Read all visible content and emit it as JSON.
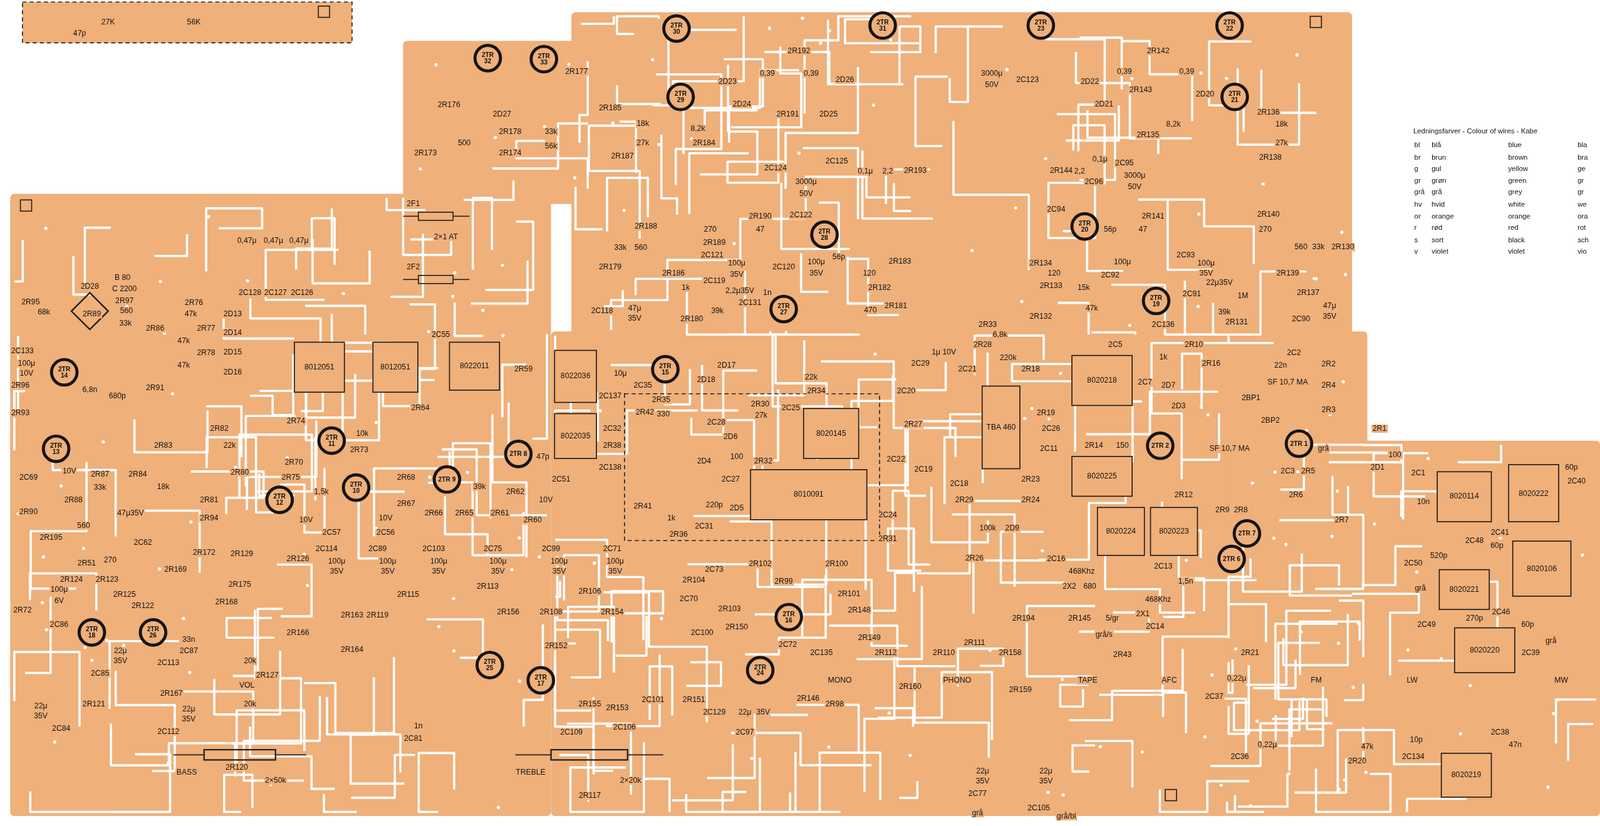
{
  "diagram": {
    "nodes": [
      {
        "text": [
          "8012051"
        ]
      },
      {
        "text": [
          "8012051"
        ]
      },
      {
        "text": [
          "8022011"
        ]
      },
      {
        "text": [
          "8022036"
        ]
      },
      {
        "text": [
          "8022035"
        ]
      },
      {
        "text": [
          "8020145"
        ]
      },
      {
        "text": [
          "8010091"
        ]
      },
      {
        "text": [
          "TBA 460"
        ]
      },
      {
        "text": [
          "8020218"
        ]
      },
      {
        "text": [
          "8020225"
        ]
      },
      {
        "text": [
          "8020224"
        ]
      },
      {
        "text": [
          "8020223"
        ]
      },
      {
        "text": [
          "8020114"
        ]
      },
      {
        "text": [
          "8020222"
        ]
      },
      {
        "text": [
          "8020106"
        ]
      },
      {
        "text": [
          "8020221"
        ]
      },
      {
        "text": [
          "8020220"
        ]
      },
      {
        "text": [
          "8020219"
        ]
      },
      {
        "text": [
          "2TR 32"
        ]
      },
      {
        "text": [
          "2TR 33"
        ]
      },
      {
        "text": [
          "2TR 30"
        ]
      },
      {
        "text": [
          "2TR 31"
        ]
      },
      {
        "text": [
          "2TR 23"
        ]
      },
      {
        "text": [
          "2TR 22"
        ]
      },
      {
        "text": [
          "2TR 29"
        ]
      },
      {
        "text": [
          "2TR 21"
        ]
      },
      {
        "text": [
          "2TR 28"
        ]
      },
      {
        "text": [
          "2TR 20"
        ]
      },
      {
        "text": [
          "2TR 27"
        ]
      },
      {
        "text": [
          "2TR 19"
        ]
      },
      {
        "text": [
          "2TR 15"
        ]
      },
      {
        "text": [
          "2TR 14"
        ]
      },
      {
        "text": [
          "2TR 13"
        ]
      },
      {
        "text": [
          "2TR 11"
        ]
      },
      {
        "text": [
          "2TR 12"
        ]
      },
      {
        "text": [
          "2TR 10"
        ]
      },
      {
        "text": [
          "2TR 9"
        ]
      },
      {
        "text": [
          "2TR 8"
        ]
      },
      {
        "text": [
          "2TR 18"
        ]
      },
      {
        "text": [
          "2TR 26"
        ]
      },
      {
        "text": [
          "2TR 25"
        ]
      },
      {
        "text": [
          "2TR 17"
        ]
      },
      {
        "text": [
          "2TR 24"
        ]
      },
      {
        "text": [
          "2TR 16"
        ]
      },
      {
        "text": [
          "2TR 2"
        ]
      },
      {
        "text": [
          "2TR 1"
        ]
      },
      {
        "text": [
          "2TR 7"
        ]
      },
      {
        "text": [
          "2TR 6"
        ]
      }
    ],
    "labels": [
      "47p",
      "27K",
      "56K",
      "2F1",
      "2F2",
      "2×1 AT",
      "B 80",
      "C 2200",
      "2D28",
      "0,47μ",
      "0,47μ",
      "0,47μ",
      "2C128",
      "2C127",
      "2C126",
      "2R177",
      "2R176",
      "2D27",
      "2R173",
      "500",
      "2R178",
      "33k",
      "56k",
      "2R174",
      "2R185",
      "18k",
      "27k",
      "2R187",
      "8,2k",
      "2R184",
      "2D23",
      "2D24",
      "0,39",
      "2R191",
      "2R192",
      "0,39",
      "2D25",
      "2D26",
      "3000μ",
      "50V",
      "2C123",
      "2D22",
      "2D21",
      "0,39",
      "2R143",
      "2R142",
      "2D20",
      "0,39",
      "8,2k",
      "2R135",
      "2R136",
      "18k",
      "27k",
      "2R138",
      "2C124",
      "3000μ",
      "50V",
      "2C125",
      "0,1μ",
      "2,2",
      "2R193",
      "2R144",
      "2,2",
      "0,1μ",
      "2C95",
      "3000μ",
      "50V",
      "2C96",
      "2R188",
      "270",
      "2R189",
      "2R190",
      "47",
      "2C122",
      "33k",
      "560",
      "2R179",
      "56p",
      "2C121",
      "100μ",
      "35V",
      "2C120",
      "100μ",
      "35V",
      "120",
      "2R183",
      "2R186",
      "1k",
      "2C119",
      "2,2μ35V",
      "2C131",
      "1n",
      "470",
      "2R181",
      "2R182",
      "47μ",
      "35V",
      "2C118",
      "2R180",
      "39k",
      "2R141",
      "47",
      "2R140",
      "270",
      "2C94",
      "56p",
      "2R134",
      "120",
      "2C92",
      "100μ",
      "2R133",
      "15k",
      "2C93",
      "100μ",
      "35V",
      "2C91",
      "22μ35V",
      "2C136",
      "39k",
      "2R131",
      "2R132",
      "47k",
      "2R139",
      "560",
      "33k",
      "2R130",
      "2R137",
      "1M",
      "47μ",
      "35V",
      "2C90",
      "2R95",
      "68k",
      "2R97",
      "560",
      "2R89",
      "33k",
      "2R76",
      "47k",
      "2C133",
      "100μ",
      "10V",
      "2R86",
      "2R77",
      "47k",
      "2R78",
      "47k",
      "2R91",
      "2D13",
      "2D14",
      "2D15",
      "2D16",
      "2R96",
      "2R93",
      "680p",
      "6,8n",
      "2R87",
      "33k",
      "2R88",
      "2R84",
      "18k",
      "2R83",
      "22k",
      "2R82",
      "2R81",
      "2R80",
      "2R90",
      "2R195",
      "560",
      "47μ35V",
      "2C62",
      "2R94",
      "2R51",
      "270",
      "2R72",
      "2C69",
      "10V",
      "2R74",
      "2R73",
      "10k",
      "2R70",
      "2R75",
      "1,5k",
      "10V",
      "2C57",
      "2C56",
      "10V",
      "2R68",
      "2R67",
      "2R66",
      "2R65",
      "2R61",
      "2R62",
      "2R60",
      "39k",
      "2C51",
      "47p",
      "10V",
      "2R64",
      "2C55",
      "2R59",
      "2C137",
      "2C138",
      "2C32",
      "2C35",
      "10μ",
      "2D17",
      "2D18",
      "22k",
      "2R34",
      "2R35",
      "330",
      "2R42",
      "2C28",
      "2R30",
      "27k",
      "2C25",
      "2D6",
      "100",
      "2R32",
      "2D4",
      "2C27",
      "2C31",
      "2D5",
      "1k",
      "2R36",
      "2R41",
      "220p",
      "2R38",
      "2C29",
      "1μ 10V",
      "2C20",
      "2R27",
      "2R33",
      "6,8k",
      "2R28",
      "220k",
      "2C21",
      "2R18",
      "2R19",
      "2C26",
      "2C11",
      "2R23",
      "2R24",
      "2R29",
      "2C18",
      "2C19",
      "2C22",
      "2R26",
      "100k",
      "2R31",
      "2C24",
      "2D9",
      "2C16",
      "2X2",
      "680",
      "468Khz",
      "2X1",
      "468Khz",
      "2C14",
      "2C13",
      "1,5n",
      "2C5",
      "1k",
      "2R10",
      "2R16",
      "2C7",
      "2D7",
      "2D3",
      "2R14",
      "150",
      "2R12",
      "2R9",
      "2R8",
      "2C3",
      "2R5",
      "2R6",
      "2R7",
      "2C2",
      "22n",
      "2R2",
      "SF 10,7 MA",
      "2BP1",
      "2R4",
      "2R3",
      "2BP2",
      "SF 10,7 MA",
      "2R1",
      "100",
      "2D1",
      "2C1",
      "10n",
      "2C41",
      "60p",
      "2C40",
      "2C48",
      "60p",
      "2C46",
      "2C50",
      "520p",
      "2C49",
      "270p",
      "2C39",
      "60p",
      "2C38",
      "47n",
      "10p",
      "2C134",
      "2R20",
      "47k",
      "0,22μ",
      "2C36",
      "0,22μ",
      "2C37",
      "2R21",
      "2R43",
      "2C77",
      "22μ",
      "35V",
      "2C105",
      "22μ",
      "35V",
      "2R160",
      "2R112",
      "2R110",
      "2R111",
      "2R158",
      "2R159",
      "2R194",
      "2R145",
      "2R149",
      "2R98",
      "2R146",
      "2C135",
      "2R148",
      "2R101",
      "2R100",
      "2R99",
      "2R102",
      "2C72",
      "2R150",
      "2R103",
      "2C73",
      "2R104",
      "2C70",
      "2C100",
      "2R151",
      "2C101",
      "2R153",
      "2R155",
      "2R152",
      "2R106",
      "2R108",
      "2R154",
      "2R156",
      "2R113",
      "2C75",
      "2C71",
      "2C99",
      "2C103",
      "2C89",
      "2C114",
      "100μ",
      "35V",
      "100μ",
      "35V",
      "100μ",
      "35V",
      "100μ",
      "35V",
      "100μ",
      "35V",
      "100μ",
      "35V",
      "2R115",
      "2R119",
      "2R163",
      "2R164",
      "2R166",
      "2R127",
      "2R175",
      "2R172",
      "2R129",
      "2R126",
      "2R168",
      "2R169",
      "2R123",
      "2R124",
      "2R125",
      "2R122",
      "2C86",
      "100μ",
      "6V",
      "2C85",
      "22μ",
      "35V",
      "2C87",
      "33n",
      "2C113",
      "22μ",
      "35V",
      "2C84",
      "2R121",
      "2R167",
      "22μ",
      "35V",
      "2C112",
      "VOL",
      "20k",
      "20k",
      "BASS",
      "2R120",
      "2×50k",
      "TREBLE",
      "2R117",
      "2×20k",
      "2C81",
      "1n",
      "2C109",
      "2C106",
      "2C129",
      "22μ",
      "35V",
      "2C97",
      "MONO",
      "PHONO",
      "TAPE",
      "AFC",
      "FM",
      "LW",
      "MW",
      "grå",
      "grå/bl",
      "grå/s",
      "5/gr",
      "grå",
      "grå",
      "grå",
      "Ledningsfarver - Colour of wires - Kabe",
      "bl",
      "blå",
      "blue",
      "bla",
      "br",
      "brun",
      "brown",
      "bra",
      "g",
      "gul",
      "yellow",
      "ge",
      "gr",
      "grøn",
      "green",
      "gr",
      "grå",
      "grå",
      "grey",
      "gr",
      "hv",
      "hvid",
      "white",
      "we",
      "or",
      "orange",
      "orange",
      "ora",
      "r",
      "rød",
      "red",
      "rot",
      "s",
      "sort",
      "black",
      "sch",
      "v",
      "violet",
      "violet",
      "vio"
    ]
  }
}
